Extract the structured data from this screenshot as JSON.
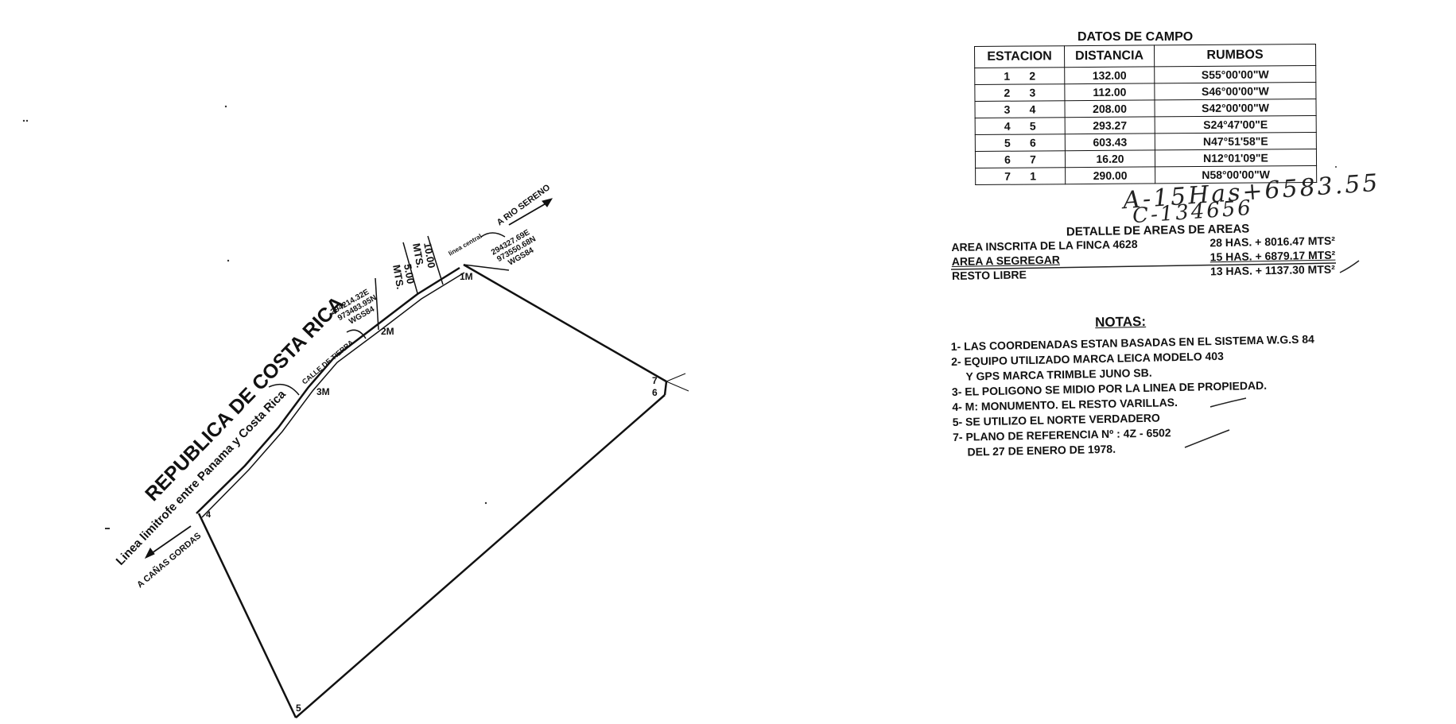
{
  "map": {
    "country_label": "REPUBLICA DE COSTA RICA",
    "boundary_label": "Linea limitrofe entre Panama y Costa Rica",
    "road_label": "CALLE DE TIERRA",
    "centerline_label": "linea central",
    "dir_north": "A RIO SERENO",
    "dir_south": "A CAÑAS GORDAS",
    "width_1": "10.00",
    "width_2": "5.00",
    "width_unit": "MTS.",
    "coord_a": [
      "294214.32E",
      "973483.95N",
      "WGS84"
    ],
    "coord_b": [
      "294327.69E",
      "973550.68N",
      "WGS84"
    ],
    "vertices": [
      "1M",
      "2M",
      "3M",
      "4",
      "5",
      "6",
      "7"
    ]
  },
  "field_data": {
    "title": "DATOS DE CAMPO",
    "headers": [
      "ESTACION",
      "DISTANCIA",
      "RUMBOS"
    ],
    "rows": [
      {
        "from": "1",
        "to": "2",
        "distance": "132.00",
        "bearing": "S55°00'00\"W"
      },
      {
        "from": "2",
        "to": "3",
        "distance": "112.00",
        "bearing": "S46°00'00\"W"
      },
      {
        "from": "3",
        "to": "4",
        "distance": "208.00",
        "bearing": "S42°00'00\"W"
      },
      {
        "from": "4",
        "to": "5",
        "distance": "293.27",
        "bearing": "S24°47'00\"E"
      },
      {
        "from": "5",
        "to": "6",
        "distance": "603.43",
        "bearing": "N47°51'58\"E"
      },
      {
        "from": "6",
        "to": "7",
        "distance": "16.20",
        "bearing": "N12°01'09\"E"
      },
      {
        "from": "7",
        "to": "1",
        "distance": "290.00",
        "bearing": "N58°00'00\"W"
      }
    ]
  },
  "handwritten": {
    "line1": "A-15Has+6583.55",
    "line2": "C-134656"
  },
  "areas": {
    "title": "DETALLE DE AREAS DE AREAS",
    "rows": [
      {
        "label": "AREA INSCRITA DE LA FINCA  4628",
        "value": "28 HAS. + 8016.47 MTS²"
      },
      {
        "label": "AREA A SEGREGAR",
        "value": "15 HAS. + 6879.17 MTS²"
      },
      {
        "label": "RESTO LIBRE",
        "value": "13 HAS. + 1137.30 MTS²"
      }
    ]
  },
  "notes": {
    "title": "NOTAS:",
    "lines": [
      "1- LAS COORDENADAS ESTAN BASADAS EN EL SISTEMA W.G.S 84",
      "2- EQUIPO UTILIZADO MARCA LEICA MODELO 403",
      "    Y GPS MARCA TRIMBLE JUNO SB.",
      "3- EL POLIGONO SE MIDIO POR LA LINEA DE PROPIEDAD.",
      "4- M: MONUMENTO. EL RESTO VARILLAS.",
      "5- SE UTILIZO EL NORTE VERDADERO",
      "7-  PLANO DE REFERENCIA Nº : 4Z - 6502",
      "     DEL 27 DE ENERO DE 1978."
    ]
  }
}
